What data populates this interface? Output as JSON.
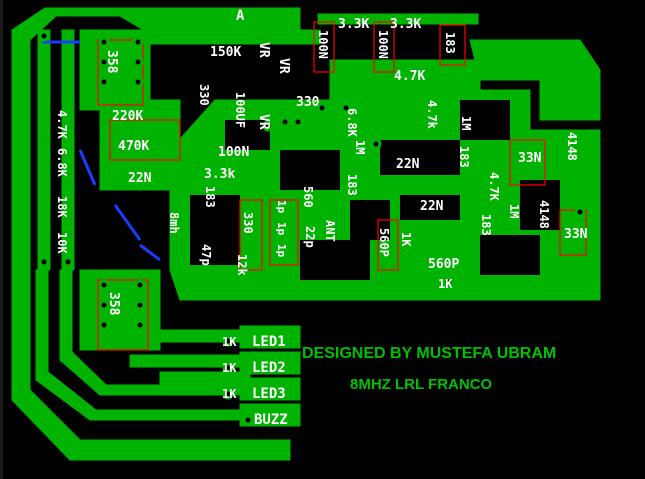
{
  "board": {
    "copper_color": "#00b300",
    "background_color": "#000000",
    "silkscreen_color": "#ffffff",
    "outline_color": "#ff0000",
    "jumper_color": "#1a3cff",
    "credit_color": "#00c000"
  },
  "credits": {
    "designer": "DESIGNED BY MUSTEFA UBRAM",
    "subtitle": "8MHZ LRL FRANCO"
  },
  "labels": {
    "top_a": "A",
    "ic1": "358",
    "ic2": "358",
    "r150k": "150K",
    "vr1": "VR",
    "vr2": "VR",
    "vr3": "VR",
    "c100n_a": "100N",
    "c100n_b": "100N",
    "r33k_a": "3.3K",
    "r33k_b": "3.3K",
    "r47k_top": "4.7K",
    "d183_top": "183",
    "r220k": "220K",
    "r470k": "470K",
    "c22n_left": "22N",
    "r330_a": "330",
    "r330_b": "330",
    "c100uf": "100UF",
    "c100n_mid": "100N",
    "r33k_small": "3.3k",
    "r183_mid": "183",
    "l8mh": "8mh",
    "c47p": "47p",
    "r330_c": "330",
    "r12k": "12k",
    "c1p_a": "1p",
    "c1p_b": "1p",
    "c1p_c": "1p",
    "c560_a": "560",
    "c22p": "22p",
    "ant": "ANT",
    "r68k": "6.8K",
    "r1m_a": "1M",
    "r183_b": "183",
    "c22n_mid": "22N",
    "c22n_low": "22N",
    "r47k_mid": "4.7k",
    "r1m_b": "1M",
    "r183_c": "183",
    "c33n_a": "33N",
    "d4148_a": "4148",
    "r47k_right": "4.7K",
    "r1m_c": "1M",
    "d4148_b": "4148",
    "c33n_b": "33N",
    "r183_d": "183",
    "c560p_a": "560P",
    "r1k_mid": "1K",
    "c560p_b": "560P",
    "r1k_low": "1K",
    "r47k_left": "4.7K",
    "r68k_left": "6.8K",
    "r18k": "18K",
    "r10k": "10K",
    "r1k_led1": "1K",
    "r1k_led2": "1K",
    "r1k_led3": "1K",
    "led1": "LED1",
    "led2": "LED2",
    "led3": "LED3",
    "buzz": "BUZZ"
  }
}
